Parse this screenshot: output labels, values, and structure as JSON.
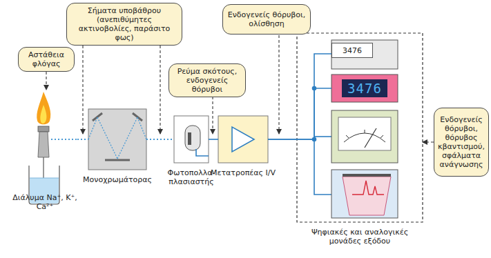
{
  "diagram": {
    "nodes": [
      {
        "text": [
          "Αστάθεια φλόγας"
        ]
      },
      {
        "text": [
          "Σήματα υποβάθρου (ανεπιθύμητες ακτινοβολίες, παράσιτο φως)"
        ]
      },
      {
        "text": [
          "Ρεύμα σκότους, ενδογενείς θόρυβοι"
        ]
      },
      {
        "text": [
          "Ενδογενείς θόρυβοι, ολίσθηση"
        ]
      },
      {
        "text": [
          "Ενδογενείς θόρυβοι, θόρυβος κβαντισμού, σφάλματα ανάγνωσης"
        ]
      },
      {
        "text": [
          "Διάλυμα Na⁺, K⁺, Ca²⁺"
        ]
      },
      {
        "text": [
          "Μονοχρωμάτορας"
        ]
      },
      {
        "text": [
          "Φωτοπολλα- πλασιαστής"
        ]
      },
      {
        "text": [
          "Μετατροπέας I/V"
        ]
      },
      {
        "text": [
          "Ψηφιακές και αναλογικές μονάδες εξόδου"
        ]
      },
      {
        "text": [
          "3476"
        ],
        "in": 9
      },
      {
        "text": [
          "3476"
        ],
        "in": 9
      }
    ],
    "edges": [
      {
        "from": 0,
        "to": 5,
        "arrow": "to"
      },
      {
        "from": 5,
        "to": 6,
        "arrow": "none"
      },
      {
        "from": 6,
        "to": 7,
        "arrow": "none"
      },
      {
        "from": 7,
        "to": 8,
        "arrow": "none"
      },
      {
        "from": 8,
        "to": 10,
        "arrow": "none"
      },
      {
        "from": 8,
        "to": 11,
        "arrow": "none"
      },
      {
        "from": 4,
        "to": 9,
        "arrow": "to"
      }
    ]
  }
}
